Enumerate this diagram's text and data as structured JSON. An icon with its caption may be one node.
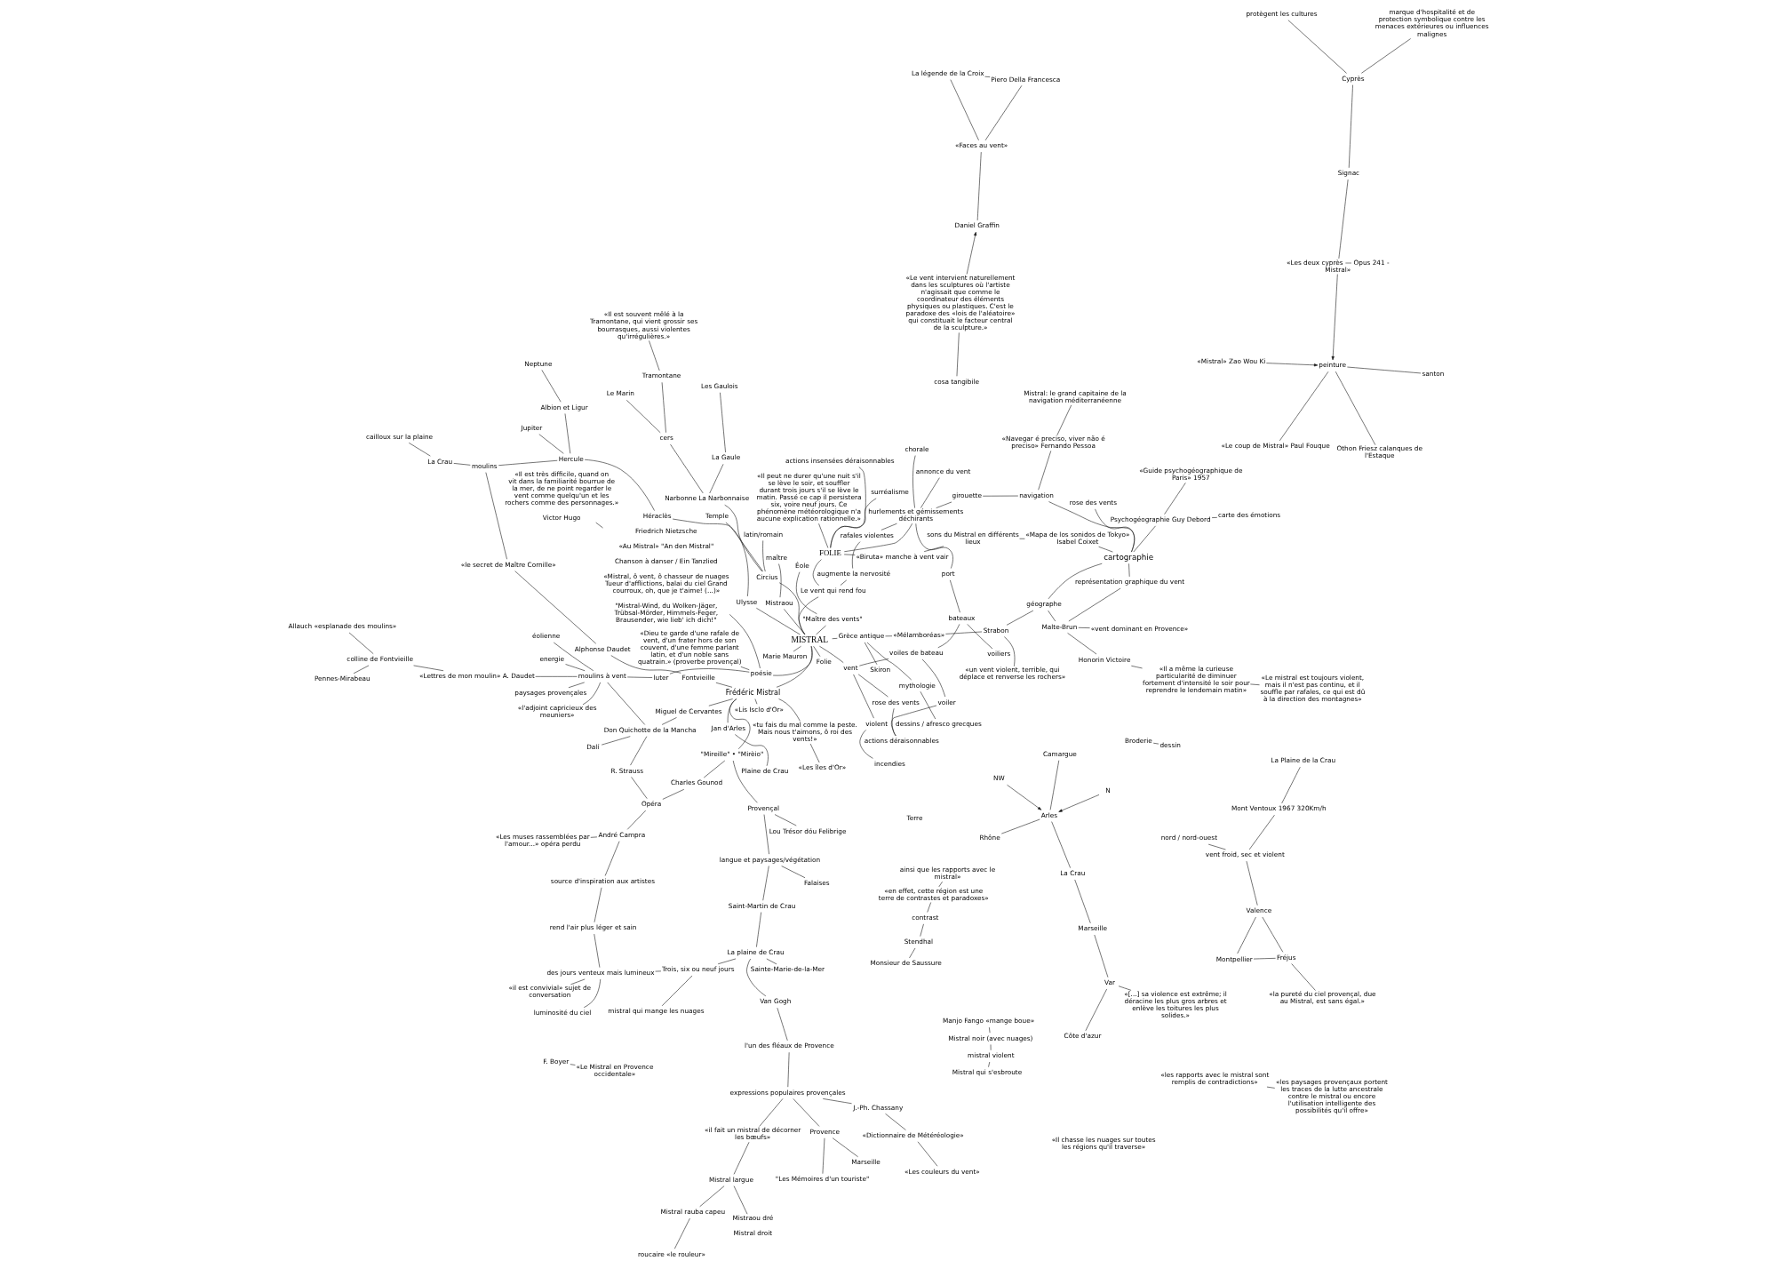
{
  "diagram": {
    "nodes": [
      {
        "text": [
          "NW"
        ]
      },
      {
        "text": [
          "N"
        ]
      },
      {
        "text": [
          "Rhône"
        ]
      },
      {
        "text": [
          "Arles"
        ]
      },
      {
        "text": [
          "Camargue"
        ]
      },
      {
        "text": [
          "La Crau"
        ]
      },
      {
        "text": [
          "Marseille"
        ]
      },
      {
        "text": [
          "Var"
        ]
      },
      {
        "text": [
          "Côte d'azur"
        ]
      },
      {
        "text": [
          "«les rapports avec le mistral sont remplis de contradictions»"
        ]
      },
      {
        "text": [
          "La Plaine de la Crau"
        ]
      },
      {
        "text": [
          "Mont Ventoux 1967 320Km/h"
        ]
      },
      {
        "text": [
          "«les paysages provençaux portent les traces de la lutte ancestrale contre le mistral ou encore l'utilisation intelligente des possibilités qu'il offre»"
        ]
      },
      {
        "text": [
          "vent froid, sec et violent"
        ]
      },
      {
        "text": [
          "nord / nord-ouest"
        ]
      },
      {
        "text": [
          "Valence"
        ]
      },
      {
        "text": [
          "Montpellier"
        ]
      },
      {
        "text": [
          "Fréjus"
        ]
      },
      {
        "text": [
          "«la pureté du ciel provençal, due au Mistral, est sans égal.»"
        ]
      },
      {
        "text": [
          "«Les couleurs du vent»"
        ]
      },
      {
        "text": [
          "«Dictionnaire de Météréologie»"
        ]
      },
      {
        "text": [
          "J.-Ph. Chassany"
        ]
      },
      {
        "text": [
          "Mistral rauba capeu"
        ]
      },
      {
        "text": [
          "roucaire «le rouleur»"
        ]
      },
      {
        "text": [
          "Mistral largue"
        ]
      },
      {
        "text": [
          "«il fait un mistral de décorner les bœufs»"
        ]
      },
      {
        "text": [
          "expressions populaires provençales"
        ]
      },
      {
        "text": [
          "Mistral qui s'esbroute"
        ]
      },
      {
        "text": [
          "mistral violent"
        ]
      },
      {
        "text": [
          "Mistral noir (avec nuages)"
        ]
      },
      {
        "text": [
          "Manjo Fango «mange boue»"
        ]
      },
      {
        "text": [
          "Monsieur de Saussure"
        ]
      },
      {
        "text": [
          "Stendhal"
        ]
      },
      {
        "text": [
          "Mistraou dré",
          "Mistral droit"
        ]
      },
      {
        "text": [
          "Marseille"
        ]
      },
      {
        "text": [
          "contrast"
        ]
      },
      {
        "text": [
          "Provence"
        ]
      },
      {
        "text": [
          "\"Les Mémoires d'un touriste\""
        ]
      },
      {
        "text": [
          "«en effet, cette région est une terre de contrastes et paradoxes»"
        ]
      },
      {
        "text": [
          "ainsi que les rapports avec le mistral»"
        ]
      },
      {
        "text": [
          "mistral qui mange les nuages"
        ]
      },
      {
        "text": [
          "l'un des fléaux de Provence"
        ]
      },
      {
        "text": [
          "Van Gogh"
        ]
      },
      {
        "text": [
          "La plaine de Crau"
        ]
      },
      {
        "text": [
          "Sainte-Marie-de-la-Mer"
        ]
      },
      {
        "text": [
          "Saint-Martin de Crau"
        ]
      },
      {
        "text": [
          "Trois, six ou neuf jours"
        ]
      },
      {
        "text": [
          "des jours venteux mais lumineux"
        ]
      },
      {
        "text": [
          "«il est convivial» sujet de conversation"
        ]
      },
      {
        "text": [
          "«Les muses rassemblées par l'amour...» opéra perdu"
        ]
      },
      {
        "text": [
          "luminosité du ciel"
        ]
      },
      {
        "text": [
          "rend l'air plus léger et sain"
        ]
      },
      {
        "text": [
          "source d'inspiration aux artistes"
        ]
      },
      {
        "text": [
          "André Campra"
        ]
      },
      {
        "text": [
          "langue et paysages/végétation"
        ]
      },
      {
        "text": [
          "Falaises"
        ]
      },
      {
        "text": [
          "Provençal"
        ]
      },
      {
        "text": [
          "Lou Trésor dóu Felibrige"
        ]
      },
      {
        "text": [
          "Charles Gounod"
        ]
      },
      {
        "text": [
          "Opéra"
        ]
      },
      {
        "text": [
          "R. Strauss"
        ]
      },
      {
        "text": [
          "Jan d'Arles"
        ]
      },
      {
        "text": [
          "Plaine de Crau"
        ]
      },
      {
        "text": [
          "Miguel de Cervantes"
        ]
      },
      {
        "text": [
          "\"Mireille\" • \"Mirèio\""
        ]
      },
      {
        "text": [
          "La Crau"
        ]
      },
      {
        "text": [
          "cailloux sur la plaine"
        ]
      },
      {
        "text": [
          "Fontvieille"
        ]
      },
      {
        "text": [
          "Alphonse Daudet"
        ]
      },
      {
        "text": [
          "«le secret de Maître Cornille»"
        ]
      },
      {
        "text": [
          "moulins"
        ]
      },
      {
        "text": [
          "Hercule"
        ]
      },
      {
        "text": [
          "Jupiter"
        ]
      },
      {
        "text": [
          "Albion et Ligur"
        ]
      },
      {
        "text": [
          "carte des émotions"
        ]
      },
      {
        "text": [
          "Neptune"
        ]
      },
      {
        "text": [
          "«tu fais du mal comme la peste. Mais nous t'aimons, ô roi des vents!»"
        ]
      },
      {
        "text": [
          "«Les îles d'Or»"
        ]
      },
      {
        "text": [
          "«[...] sa violence est extrême; il déracine les plus gros arbres et enlève les toitures les plus solides.»"
        ]
      },
      {
        "text": [
          "«Le mistral est toujours violent, mais il n'est pas continu, et il souffle par rafales, ce qui est dû à la direction des montagnes»"
        ]
      },
      {
        "text": [
          "«Guide psychogéographique de Paris» 1957"
        ]
      },
      {
        "text": [
          "dessins / afresco grecques"
        ]
      },
      {
        "text": [
          "Héraclès"
        ]
      },
      {
        "text": [
          "Éole"
        ]
      },
      {
        "text": [
          "Skiron"
        ]
      },
      {
        "text": [
          "Ulysse"
        ]
      },
      {
        "text": [
          "\"Maître des vents\""
        ]
      },
      {
        "text": [
          "mythologie"
        ]
      },
      {
        "text": [
          "Grèce antique"
        ]
      },
      {
        "text": [
          "Frédéric Mistral"
        ]
      },
      {
        "text": [
          "MISTRAL"
        ]
      },
      {
        "text": [
          "Marie Mauron"
        ]
      },
      {
        "text": [
          "«Lis Isclo d'Or»"
        ]
      },
      {
        "text": [
          "Don Quichotte de la Mancha"
        ]
      },
      {
        "text": [
          "Dalí"
        ]
      },
      {
        "text": [
          "F. Boyer"
        ]
      },
      {
        "text": [
          "«Le Mistral en Provence occidentale»"
        ]
      },
      {
        "text": [
          "«Il a même la curieuse particularité de diminuer fortement d'intensité le soir pour reprendre le lendemain matin»"
        ]
      },
      {
        "text": [
          "«Les deux cyprès — Opus 241 - Mistral»"
        ]
      },
      {
        "text": [
          "Signac"
        ]
      },
      {
        "text": [
          "Cyprès"
        ]
      },
      {
        "text": [
          "protègent les cultures"
        ]
      },
      {
        "text": [
          "marque d'hospitalité et de protection symbolique contre les menaces extérieures ou influences malignes"
        ]
      },
      {
        "text": [
          "«vent dominant en Provence»"
        ]
      },
      {
        "text": [
          "«un vent violent, terrible, qui déplace et renverse les rochers»"
        ]
      },
      {
        "text": [
          "Honorin Victoire"
        ]
      },
      {
        "text": [
          "Malte-Brun"
        ]
      },
      {
        "text": [
          "géographe"
        ]
      },
      {
        "text": [
          "Strabon"
        ]
      },
      {
        "text": [
          "représentation graphique du vent"
        ]
      },
      {
        "text": [
          "cartographie"
        ]
      },
      {
        "text": [
          "«Mélamboréas»"
        ]
      },
      {
        "text": [
          "Narbonne La Narbonnaise"
        ]
      },
      {
        "text": [
          "La Gaule"
        ]
      },
      {
        "text": [
          "Les Gaulois"
        ]
      },
      {
        "text": [
          "Circius"
        ]
      },
      {
        "text": [
          "latin/romain"
        ]
      },
      {
        "text": [
          "cers"
        ]
      },
      {
        "text": [
          "Le Marin"
        ]
      },
      {
        "text": [
          "Temple"
        ]
      },
      {
        "text": [
          "Tramontane"
        ]
      },
      {
        "text": [
          "Le vent qui rend fou"
        ]
      },
      {
        "text": [
          "Mistraou"
        ]
      },
      {
        "text": [
          "maître"
        ]
      },
      {
        "text": [
          "vent"
        ]
      },
      {
        "text": [
          "rose des vents"
        ]
      },
      {
        "text": [
          "Folie"
        ]
      },
      {
        "text": [
          "poésie"
        ]
      },
      {
        "text": [
          "actions déraisonnables"
        ]
      },
      {
        "text": [
          "violent"
        ]
      },
      {
        "text": [
          "augmente la nervosité"
        ]
      },
      {
        "text": [
          "incendies"
        ]
      },
      {
        "text": [
          "voiles de bateau"
        ]
      },
      {
        "text": [
          "voiler"
        ]
      },
      {
        "text": [
          "FOLIE"
        ]
      },
      {
        "text": [
          "surréalisme"
        ]
      },
      {
        "text": [
          "actions insensées déraisonnables"
        ]
      },
      {
        "text": [
          "rafales violentes"
        ]
      },
      {
        "text": [
          "voiliers"
        ]
      },
      {
        "text": [
          "bateaux"
        ]
      },
      {
        "text": [
          "Broderie"
        ]
      },
      {
        "text": [
          "dessin"
        ]
      },
      {
        "text": [
          "hurlements et gémissements déchirants"
        ]
      },
      {
        "text": [
          "port"
        ]
      },
      {
        "text": [
          "annonce du vent"
        ]
      },
      {
        "text": [
          "chorale"
        ]
      },
      {
        "text": [
          "«Biruta» manche à vent vair"
        ]
      },
      {
        "text": [
          "«Il peut ne durer qu'une nuit s'il se lève le soir, et souffler durant trois jours s'il se lève le matin. Passé ce cap il persistera six, voire neuf jours. Ce phénomène météorologique n'a aucune explication rationnelle.»"
        ]
      },
      {
        "text": [
          "«Il est souvent mêlé à la Tramontane, qui vient grossir ses bourrasques, aussi violentes qu'irrégulières.»"
        ]
      },
      {
        "text": [
          "«Dieu te garde d'une rafale de vent, d'un frater hors de son couvent, d'une femme parlant latin, et d'un noble sans quatrain.» (proverbe provençal)"
        ]
      },
      {
        "text": [
          "moulins à vent"
        ]
      },
      {
        "text": [
          "luter"
        ]
      },
      {
        "text": [
          "energie"
        ]
      },
      {
        "text": [
          "éolienne"
        ]
      },
      {
        "text": [
          "«Lettres de mon moulin» A. Daudet"
        ]
      },
      {
        "text": [
          "paysages provençales"
        ]
      },
      {
        "text": [
          "«l'adjoint capricieux des meuniers»"
        ]
      },
      {
        "text": [
          "Allauch «esplanade des moulins»"
        ]
      },
      {
        "text": [
          "colline de Fontvieille"
        ]
      },
      {
        "text": [
          "Pennes-Mirabeau"
        ]
      },
      {
        "text": [
          "Friedrich Nietzsche",
          "«Au Mistral» \"An den Mistral\"",
          "Chanson à danser / Ein Tanzlied"
        ],
        "beside": [
          "«Mistral, ô vent, ô chasseur de nuages Tueur d'afflictions, balai du ciel Grand courroux, oh, que je t'aime! (...)»",
          "\"Mistral-Wind, du Wolken-Jäger, Trübsal-Mörder, Himmels-Feger, Brausender, wie lieb' ich dich!\""
        ]
      },
      {
        "text": [
          "Psychogéographie Guy Debord"
        ]
      },
      {
        "text": [
          "Mistral: le grand capitaine de la navigation méditerranéenne"
        ]
      },
      {
        "text": [
          "«Il est très difficile, quand on vit dans la familiarité bourrue de la mer, de ne point regarder le vent comme quelqu'un et les rochers comme des personnages.»",
          "Victor Hugo"
        ]
      },
      {
        "text": [
          "«Mistral» Zao Wou Ki"
        ]
      },
      {
        "text": [
          "peinture"
        ]
      },
      {
        "text": [
          "santon"
        ]
      },
      {
        "text": [
          "«Le coup de Mistral» Paul Fouque"
        ]
      },
      {
        "text": [
          "«Le vent intervient naturellement dans les sculptures où l'artiste n'agissait que comme le coordinateur des éléments physiques ou plastiques. C'est le paradoxe des «lois de l'aléatoire» qui constituait le facteur central de la sculpture.»"
        ]
      },
      {
        "text": [
          "Daniel Graffin"
        ]
      },
      {
        "text": [
          "cosa tangibile"
        ]
      },
      {
        "text": [
          "«Faces au vent»"
        ]
      },
      {
        "text": [
          "Piero Della Francesca"
        ]
      },
      {
        "text": [
          "La légende de la Croix"
        ]
      },
      {
        "text": [
          "Othon Friesz calanques de l'Estaque"
        ]
      },
      {
        "text": [
          "rose des vents"
        ]
      },
      {
        "text": [
          "«Mapa de los sonidos de Tokyo» Isabel Coixet"
        ]
      },
      {
        "text": [
          "sons du Mistral en différents lieux"
        ]
      },
      {
        "text": [
          "navigation"
        ]
      },
      {
        "text": [
          "girouette"
        ]
      },
      {
        "text": [
          "«Navegar é preciso, viver não é preciso» Fernando Pessoa"
        ]
      }
    ],
    "edges": [
      {
        "from": 0,
        "to": 3,
        "arrow": "to"
      },
      {
        "from": 1,
        "to": 3,
        "arrow": "to"
      },
      {
        "from": 2,
        "to": 3,
        "arrow": "none"
      },
      {
        "from": 3,
        "to": 4,
        "arrow": "none"
      },
      {
        "from": 3,
        "to": 5,
        "arrow": "none"
      },
      {
        "from": 5,
        "to": 6,
        "arrow": "none"
      },
      {
        "from": 6,
        "to": 7,
        "arrow": "none"
      },
      {
        "from": 7,
        "to": 8,
        "arrow": "none"
      },
      {
        "from": 9,
        "to": 12,
        "arrow": "none"
      },
      {
        "from": 10,
        "to": 11,
        "arrow": "none"
      },
      {
        "from": 11,
        "to": 13,
        "arrow": "none"
      },
      {
        "from": 13,
        "to": 14,
        "arrow": "none"
      },
      {
        "from": 13,
        "to": 15,
        "arrow": "none"
      },
      {
        "from": 15,
        "to": 16,
        "arrow": "none"
      },
      {
        "from": 15,
        "to": 17,
        "arrow": "none"
      },
      {
        "from": 16,
        "to": 17,
        "arrow": "none"
      },
      {
        "from": 17,
        "to": 18,
        "arrow": "none"
      },
      {
        "from": 19,
        "to": 20,
        "arrow": "none"
      },
      {
        "from": 7,
        "to": 78,
        "arrow": "none"
      },
      {
        "from": 97,
        "to": 79,
        "arrow": "none"
      },
      {
        "from": 95,
        "to": 96,
        "arrow": "none"
      },
      {
        "from": 97,
        "to": 105,
        "arrow": "none"
      },
      {
        "from": 103,
        "to": 106,
        "arrow": "none"
      },
      {
        "from": 105,
        "to": 106,
        "arrow": "none"
      },
      {
        "from": 106,
        "to": 107,
        "arrow": "none"
      },
      {
        "from": 107,
        "to": 108,
        "arrow": "none"
      },
      {
        "from": 104,
        "to": 108,
        "arrow": "none"
      },
      {
        "from": 108,
        "to": 111,
        "arrow": "none"
      },
      {
        "from": 106,
        "to": 109,
        "arrow": "none"
      },
      {
        "from": 109,
        "to": 110,
        "arrow": "none"
      },
      {
        "from": 107,
        "to": 110,
        "arrow": "none"
      },
      {
        "from": 98,
        "to": 99,
        "arrow": "none"
      },
      {
        "from": 99,
        "to": 100,
        "arrow": "none"
      },
      {
        "from": 100,
        "to": 101,
        "arrow": "none"
      },
      {
        "from": 100,
        "to": 102,
        "arrow": "none"
      },
      {
        "from": 98,
        "to": 165,
        "arrow": "to"
      },
      {
        "from": 164,
        "to": 165,
        "arrow": "to"
      },
      {
        "from": 165,
        "to": 166,
        "arrow": "none"
      },
      {
        "from": 165,
        "to": 167,
        "arrow": "none"
      },
      {
        "from": 165,
        "to": 174,
        "arrow": "none"
      },
      {
        "from": 168,
        "to": 169,
        "arrow": "to"
      },
      {
        "from": 168,
        "to": 170,
        "arrow": "none"
      },
      {
        "from": 169,
        "to": 171,
        "arrow": "none"
      },
      {
        "from": 171,
        "to": 172,
        "arrow": "none"
      },
      {
        "from": 171,
        "to": 173,
        "arrow": "none"
      },
      {
        "from": 172,
        "to": 173,
        "arrow": "none"
      },
      {
        "from": 110,
        "to": 175,
        "arrow": "none"
      },
      {
        "from": 110,
        "to": 176,
        "arrow": "none"
      },
      {
        "from": 110,
        "to": 178,
        "arrow": "none"
      },
      {
        "from": 176,
        "to": 177,
        "arrow": "none"
      },
      {
        "from": 178,
        "to": 179,
        "arrow": "none"
      },
      {
        "from": 178,
        "to": 180,
        "arrow": "none"
      },
      {
        "from": 180,
        "to": 162,
        "arrow": "none"
      },
      {
        "from": 110,
        "to": 161,
        "arrow": "none"
      },
      {
        "from": 161,
        "to": 80,
        "arrow": "none"
      },
      {
        "from": 161,
        "to": 74,
        "arrow": "none"
      },
      {
        "from": 134,
        "to": 121,
        "arrow": "none"
      },
      {
        "from": 134,
        "to": 135,
        "arrow": "none"
      },
      {
        "from": 134,
        "to": 136,
        "arrow": "none"
      },
      {
        "from": 134,
        "to": 146,
        "arrow": "none"
      },
      {
        "from": 134,
        "to": 142,
        "arrow": "none"
      },
      {
        "from": 134,
        "to": 147,
        "arrow": "none"
      },
      {
        "from": 177,
        "to": 146,
        "arrow": "none"
      },
      {
        "from": 179,
        "to": 142,
        "arrow": "none"
      },
      {
        "from": 90,
        "to": 88,
        "arrow": "none"
      },
      {
        "from": 90,
        "to": 85,
        "arrow": "none"
      },
      {
        "from": 90,
        "to": 86,
        "arrow": "none"
      },
      {
        "from": 90,
        "to": 89,
        "arrow": "none"
      },
      {
        "from": 90,
        "to": 91,
        "arrow": "none"
      },
      {
        "from": 90,
        "to": 126,
        "arrow": "none"
      },
      {
        "from": 90,
        "to": 127,
        "arrow": "none"
      },
      {
        "from": 90,
        "to": 124,
        "arrow": "none"
      },
      {
        "from": 90,
        "to": 122,
        "arrow": "none"
      },
      {
        "from": 90,
        "to": 121,
        "arrow": "none"
      },
      {
        "from": 90,
        "to": 115,
        "arrow": "none"
      },
      {
        "from": 88,
        "to": 87,
        "arrow": "none"
      },
      {
        "from": 111,
        "to": 88,
        "arrow": "none"
      },
      {
        "from": 87,
        "to": 81,
        "arrow": "none"
      },
      {
        "from": 88,
        "to": 84,
        "arrow": "none"
      },
      {
        "from": 85,
        "to": 82,
        "arrow": "none"
      },
      {
        "from": 86,
        "to": 83,
        "arrow": "none"
      },
      {
        "from": 89,
        "to": 64,
        "arrow": "none"
      },
      {
        "from": 89,
        "to": 92,
        "arrow": "none"
      },
      {
        "from": 89,
        "to": 76,
        "arrow": "none"
      },
      {
        "from": 89,
        "to": 61,
        "arrow": "none"
      },
      {
        "from": 89,
        "to": 63,
        "arrow": "none"
      },
      {
        "from": 64,
        "to": 58,
        "arrow": "none"
      },
      {
        "from": 58,
        "to": 59,
        "arrow": "none"
      },
      {
        "from": 59,
        "to": 53,
        "arrow": "none"
      },
      {
        "from": 59,
        "to": 60,
        "arrow": "none"
      },
      {
        "from": 60,
        "to": 93,
        "arrow": "none"
      },
      {
        "from": 93,
        "to": 63,
        "arrow": "none"
      },
      {
        "from": 93,
        "to": 94,
        "arrow": "none"
      },
      {
        "from": 93,
        "to": 150,
        "arrow": "none"
      },
      {
        "from": 64,
        "to": 56,
        "arrow": "none"
      },
      {
        "from": 56,
        "to": 57,
        "arrow": "none"
      },
      {
        "from": 56,
        "to": 54,
        "arrow": "none"
      },
      {
        "from": 54,
        "to": 45,
        "arrow": "none"
      },
      {
        "from": 61,
        "to": 62,
        "arrow": "none"
      },
      {
        "from": 65,
        "to": 66,
        "arrow": "none"
      },
      {
        "from": 65,
        "to": 70,
        "arrow": "none"
      },
      {
        "from": 67,
        "to": 68,
        "arrow": "none"
      },
      {
        "from": 68,
        "to": 69,
        "arrow": "none"
      },
      {
        "from": 70,
        "to": 69,
        "arrow": "none"
      },
      {
        "from": 71,
        "to": 70,
        "arrow": "none"
      },
      {
        "from": 71,
        "to": 73,
        "arrow": "none"
      },
      {
        "from": 71,
        "to": 82,
        "arrow": "none"
      },
      {
        "from": 72,
        "to": 71,
        "arrow": "none"
      },
      {
        "from": 75,
        "to": 73,
        "arrow": "none"
      },
      {
        "from": 76,
        "to": 77,
        "arrow": "none"
      },
      {
        "from": 67,
        "to": 89,
        "arrow": "none"
      },
      {
        "from": 21,
        "to": 20,
        "arrow": "none"
      },
      {
        "from": 21,
        "to": 26,
        "arrow": "none"
      },
      {
        "from": 25,
        "to": 24,
        "arrow": "none"
      },
      {
        "from": 24,
        "to": 22,
        "arrow": "none"
      },
      {
        "from": 22,
        "to": 23,
        "arrow": "none"
      },
      {
        "from": 24,
        "to": 33,
        "arrow": "none"
      },
      {
        "from": 27,
        "to": 28,
        "arrow": "none"
      },
      {
        "from": 28,
        "to": 29,
        "arrow": "none"
      },
      {
        "from": 29,
        "to": 30,
        "arrow": "none"
      },
      {
        "from": 26,
        "to": 41,
        "arrow": "none"
      },
      {
        "from": 34,
        "to": 36,
        "arrow": "none"
      },
      {
        "from": 35,
        "to": 38,
        "arrow": "none"
      },
      {
        "from": 32,
        "to": 35,
        "arrow": "none"
      },
      {
        "from": 31,
        "to": 32,
        "arrow": "none"
      },
      {
        "from": 36,
        "to": 37,
        "arrow": "none"
      },
      {
        "from": 26,
        "to": 36,
        "arrow": "none"
      },
      {
        "from": 40,
        "to": 46,
        "arrow": "none"
      },
      {
        "from": 46,
        "to": 43,
        "arrow": "none"
      },
      {
        "from": 43,
        "to": 44,
        "arrow": "none"
      },
      {
        "from": 43,
        "to": 45,
        "arrow": "none"
      },
      {
        "from": 47,
        "to": 46,
        "arrow": "none"
      },
      {
        "from": 47,
        "to": 48,
        "arrow": "none"
      },
      {
        "from": 47,
        "to": 50,
        "arrow": "none"
      },
      {
        "from": 47,
        "to": 51,
        "arrow": "none"
      },
      {
        "from": 51,
        "to": 52,
        "arrow": "none"
      },
      {
        "from": 52,
        "to": 53,
        "arrow": "none"
      },
      {
        "from": 49,
        "to": 53,
        "arrow": "none"
      },
      {
        "from": 38,
        "to": 39,
        "arrow": "none"
      },
      {
        "from": 41,
        "to": 42,
        "arrow": "none"
      },
      {
        "from": 42,
        "to": 43,
        "arrow": "none"
      },
      {
        "from": 54,
        "to": 55,
        "arrow": "none"
      },
      {
        "from": 127,
        "to": 160,
        "arrow": "none"
      },
      {
        "from": 127,
        "to": 149,
        "arrow": "none"
      },
      {
        "from": 160,
        "to": 163,
        "arrow": "none"
      },
      {
        "from": 150,
        "to": 151,
        "arrow": "none"
      },
      {
        "from": 150,
        "to": 152,
        "arrow": "none"
      },
      {
        "from": 150,
        "to": 153,
        "arrow": "none"
      },
      {
        "from": 150,
        "to": 154,
        "arrow": "none"
      },
      {
        "from": 150,
        "to": 155,
        "arrow": "none"
      },
      {
        "from": 150,
        "to": 156,
        "arrow": "none"
      },
      {
        "from": 158,
        "to": 157,
        "arrow": "none"
      },
      {
        "from": 158,
        "to": 159,
        "arrow": "none"
      },
      {
        "from": 154,
        "to": 158,
        "arrow": "none"
      },
      {
        "from": 127,
        "to": 151,
        "arrow": "none"
      },
      {
        "from": 122,
        "to": 123,
        "arrow": "none"
      },
      {
        "from": 124,
        "to": 125,
        "arrow": "none"
      },
      {
        "from": 124,
        "to": 129,
        "arrow": "none"
      },
      {
        "from": 124,
        "to": 132,
        "arrow": "none"
      },
      {
        "from": 125,
        "to": 128,
        "arrow": "none"
      },
      {
        "from": 128,
        "to": 133,
        "arrow": "none"
      },
      {
        "from": 132,
        "to": 133,
        "arrow": "none"
      },
      {
        "from": 140,
        "to": 141,
        "arrow": "none"
      },
      {
        "from": 138,
        "to": 139,
        "arrow": "none"
      },
      {
        "from": 132,
        "to": 139,
        "arrow": "none"
      },
      {
        "from": 139,
        "to": 143,
        "arrow": "none"
      },
      {
        "from": 142,
        "to": 143,
        "arrow": "none"
      },
      {
        "from": 142,
        "to": 144,
        "arrow": "none"
      },
      {
        "from": 142,
        "to": 145,
        "arrow": "none"
      },
      {
        "from": 121,
        "to": 130,
        "arrow": "none"
      },
      {
        "from": 129,
        "to": 131,
        "arrow": "none"
      },
      {
        "from": 130,
        "to": 137,
        "arrow": "none"
      },
      {
        "from": 137,
        "to": 142,
        "arrow": "none"
      },
      {
        "from": 120,
        "to": 148,
        "arrow": "none"
      },
      {
        "from": 117,
        "to": 118,
        "arrow": "none"
      },
      {
        "from": 117,
        "to": 120,
        "arrow": "none"
      },
      {
        "from": 117,
        "to": 112,
        "arrow": "none"
      },
      {
        "from": 112,
        "to": 113,
        "arrow": "none"
      },
      {
        "from": 113,
        "to": 114,
        "arrow": "none"
      },
      {
        "from": 115,
        "to": 119,
        "arrow": "none"
      },
      {
        "from": 115,
        "to": 116,
        "arrow": "none"
      },
      {
        "from": 115,
        "to": 112,
        "arrow": "none"
      },
      {
        "from": 25,
        "to": 26,
        "arrow": "none"
      }
    ],
    "labels": [
      "Terre",
      "«Il chasse les nuages sur toutes les régions qu'il traverse»"
    ]
  }
}
